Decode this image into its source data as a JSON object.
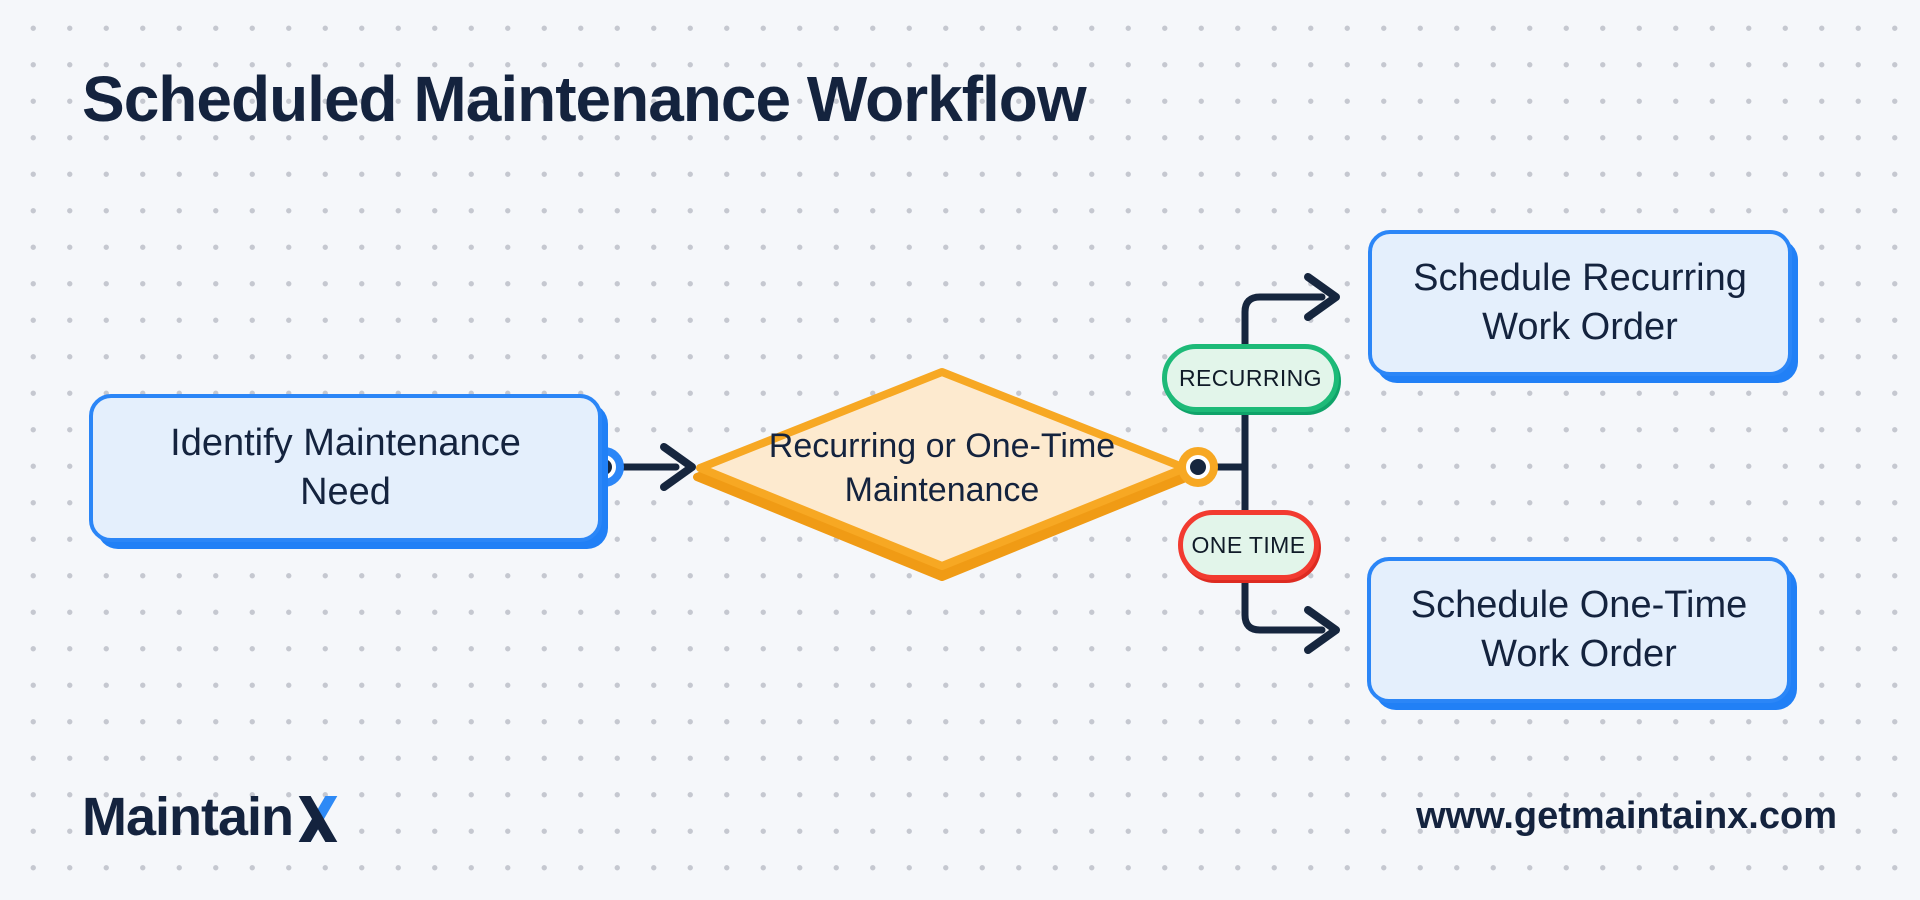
{
  "title": "Scheduled Maintenance Workflow",
  "flowchart": {
    "start_node": {
      "label": "Identify Maintenance Need"
    },
    "decision_node": {
      "label": "Recurring or One-Time Maintenance"
    },
    "branches": [
      {
        "tag": "RECURRING",
        "target": "Schedule Recurring Work Order"
      },
      {
        "tag": "ONE TIME",
        "target": "Schedule One-Time Work Order"
      }
    ]
  },
  "footer": {
    "brand_prefix": "Maintain",
    "brand_x": "X",
    "website": "www.getmaintainx.com"
  },
  "colors": {
    "background": "#f5f7fa",
    "dot_grid": "#c5c8d0",
    "navy_text": "#14233e",
    "box_fill": "#e4effc",
    "box_border_blue": "#2b86f7",
    "diamond_fill": "#fdeacf",
    "diamond_border_orange": "#f7a823",
    "pill_fill_mint": "#e2f5ea",
    "pill_border_green": "#1dba78",
    "pill_border_red": "#f23b30",
    "connector_navy": "#16263e",
    "logo_x_blue": "#2e8af6"
  }
}
